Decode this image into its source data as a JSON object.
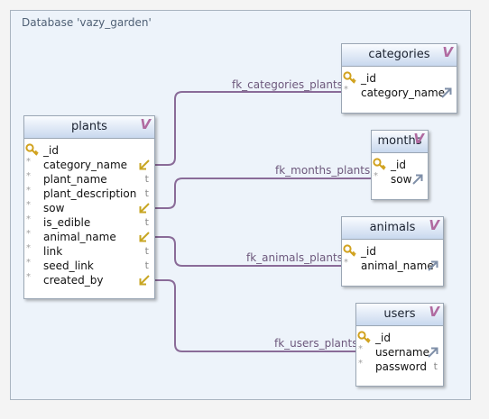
{
  "database": {
    "title": "Database 'vazy_garden'"
  },
  "colors": {
    "relation": "#8a6b98",
    "key": "#d1a21f",
    "fk_arrow": "#c8a623",
    "link_arrow": "#7f8fa8"
  },
  "tables": {
    "plants": {
      "name": "plants",
      "fields": [
        {
          "name": "_id",
          "mark": "",
          "type": "",
          "icon": "key-icon"
        },
        {
          "name": "category_name",
          "mark": "*",
          "type": "",
          "icon": "fk-arrow-icon"
        },
        {
          "name": "plant_name",
          "mark": "*",
          "type": "t",
          "icon": ""
        },
        {
          "name": "plant_description",
          "mark": "*",
          "type": "t",
          "icon": ""
        },
        {
          "name": "sow",
          "mark": "*",
          "type": "",
          "icon": "fk-arrow-icon"
        },
        {
          "name": "is_edible",
          "mark": "*",
          "type": "t",
          "icon": ""
        },
        {
          "name": "animal_name",
          "mark": "*",
          "type": "",
          "icon": "fk-arrow-icon"
        },
        {
          "name": "link",
          "mark": "*",
          "type": "t",
          "icon": ""
        },
        {
          "name": "seed_link",
          "mark": "*",
          "type": "t",
          "icon": ""
        },
        {
          "name": "created_by",
          "mark": "*",
          "type": "",
          "icon": "fk-arrow-icon"
        }
      ]
    },
    "categories": {
      "name": "categories",
      "fields": [
        {
          "name": "_id",
          "mark": "",
          "type": "",
          "icon": "key-icon"
        },
        {
          "name": "category_name",
          "mark": "*",
          "type": "",
          "icon": "link-arrow-icon"
        }
      ]
    },
    "months": {
      "name": "months",
      "fields": [
        {
          "name": "_id",
          "mark": "",
          "type": "",
          "icon": "key-icon"
        },
        {
          "name": "sow",
          "mark": "*",
          "type": "",
          "icon": "link-arrow-icon"
        }
      ]
    },
    "animals": {
      "name": "animals",
      "fields": [
        {
          "name": "_id",
          "mark": "",
          "type": "",
          "icon": "key-icon"
        },
        {
          "name": "animal_name",
          "mark": "*",
          "type": "",
          "icon": "link-arrow-icon"
        }
      ]
    },
    "users": {
      "name": "users",
      "fields": [
        {
          "name": "_id",
          "mark": "",
          "type": "",
          "icon": "key-icon"
        },
        {
          "name": "username",
          "mark": "*",
          "type": "",
          "icon": "link-arrow-icon"
        },
        {
          "name": "password",
          "mark": "*",
          "type": "t",
          "icon": ""
        }
      ]
    }
  },
  "relations": [
    {
      "name": "fk_categories_plants",
      "from": "plants.category_name",
      "to": "categories.category_name"
    },
    {
      "name": "fk_months_plants",
      "from": "plants.sow",
      "to": "months.sow"
    },
    {
      "name": "fk_animals_plants",
      "from": "plants.animal_name",
      "to": "animals.animal_name"
    },
    {
      "name": "fk_users_plants",
      "from": "plants.created_by",
      "to": "users.username"
    }
  ]
}
